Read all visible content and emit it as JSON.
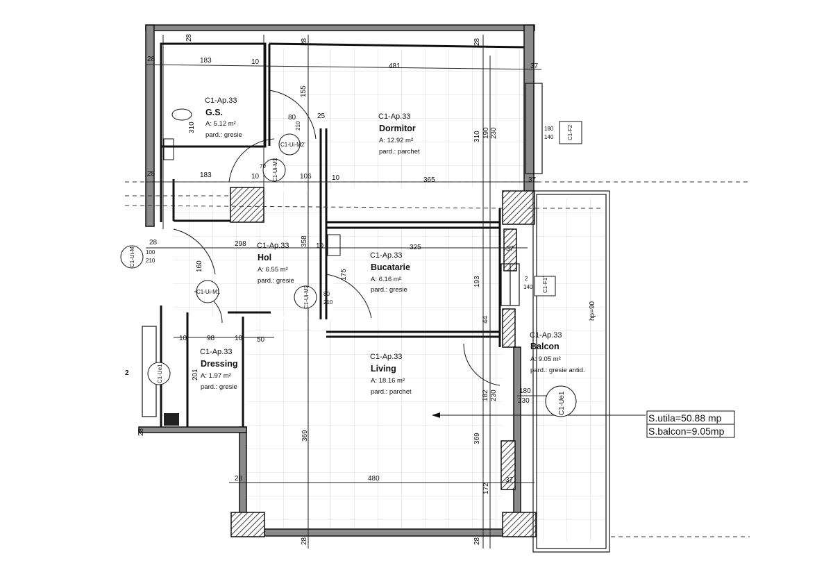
{
  "plan": {
    "rooms": [
      {
        "code": "C1-Ap.33",
        "name": "G.S.",
        "area": "A: 5.12 m²",
        "floor": "pard.: gresie"
      },
      {
        "code": "C1-Ap.33",
        "name": "Dormitor",
        "area": "A: 12.92 m²",
        "floor": "pard.: parchet"
      },
      {
        "code": "C1-Ap.33",
        "name": "Hol",
        "area": "A: 6.55 m²",
        "floor": "pard.: gresie"
      },
      {
        "code": "C1-Ap.33",
        "name": "Bucatarie",
        "area": "A: 6.16 m²",
        "floor": "pard.: gresie"
      },
      {
        "code": "C1-Ap.33",
        "name": "Dressing",
        "area": "A: 1.97 m²",
        "floor": "pard.: gresie"
      },
      {
        "code": "C1-Ap.33",
        "name": "Living",
        "area": "A: 18.16 m²",
        "floor": "pard.: parchet"
      },
      {
        "code": "C1-Ap.33",
        "name": "Balcon",
        "area": "A: 9.05 m²",
        "floor": "pard.: gresie antid."
      }
    ],
    "dimensions": [
      "28",
      "183",
      "10",
      "481",
      "37",
      "310",
      "155",
      "80",
      "25",
      "210",
      "190",
      "230",
      "180",
      "140",
      "106",
      "365",
      "70",
      "298",
      "358",
      "325",
      "100",
      "160",
      "175",
      "193",
      "50",
      "44",
      "98",
      "50",
      "201",
      "182",
      "369",
      "480",
      "172",
      "28",
      "2",
      "hp=90"
    ],
    "door_tags": [
      "C1-Ui-M1",
      "C1-Ui-M2",
      "C1-Ui-M2'",
      "C1-Ui-M1",
      "C1-Ue1",
      "C1-Ue1",
      "C1-Ui-M"
    ],
    "window_tags": [
      "C1-F2",
      "C1-F1'"
    ],
    "summary": {
      "utila": "S.utila=50.88 mp",
      "balcon": "S.balcon=9.05mp"
    }
  }
}
